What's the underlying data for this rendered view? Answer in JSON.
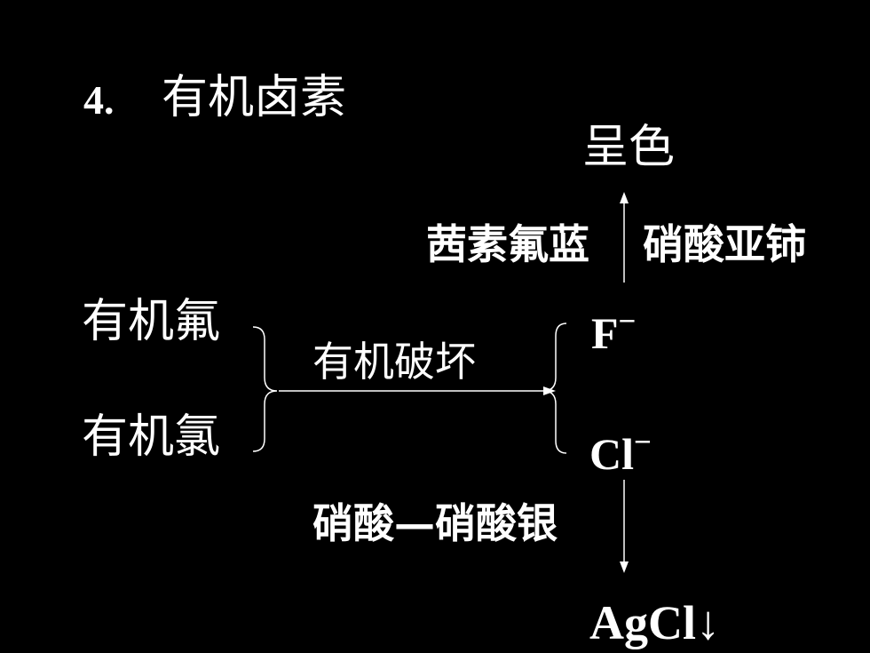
{
  "heading": {
    "number": "4.",
    "text": "有机卤素"
  },
  "inputs": {
    "organic_fluorine": "有机氟",
    "organic_chlorine": "有机氯"
  },
  "process": {
    "label": "有机破坏"
  },
  "ions": {
    "fluoride": {
      "symbol": "F",
      "charge": "−"
    },
    "chloride": {
      "symbol": "Cl",
      "charge": "−"
    }
  },
  "fluoride_test": {
    "left_reagent": "茜素氟蓝",
    "right_reagent": "硝酸亚铈",
    "result": "呈色"
  },
  "chloride_test": {
    "reagent": "硝酸—硝酸银",
    "result": "AgCl↓"
  },
  "colors": {
    "background": "#000000",
    "foreground": "#ffffff"
  }
}
